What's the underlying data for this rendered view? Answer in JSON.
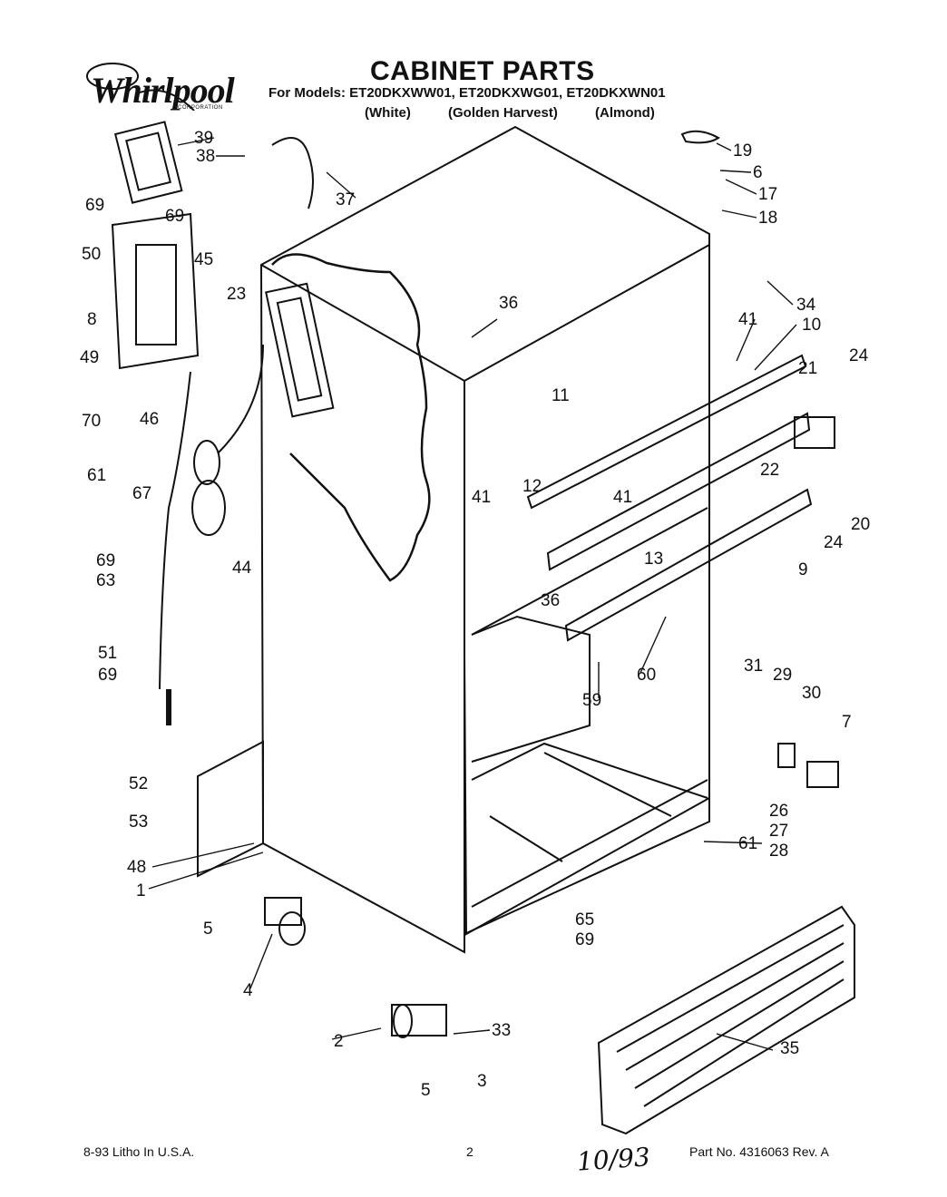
{
  "brand": {
    "logo_text": "Whirlpool",
    "logo_sub": "CORPORATION"
  },
  "header": {
    "title": "CABINET PARTS",
    "models": "For Models: ET20DKXWW01, ET20DKXWG01, ET20DKXWN01",
    "variants": [
      "(White)",
      "(Golden Harvest)",
      "(Almond)"
    ]
  },
  "callouts": [
    "69",
    "39",
    "38",
    "37",
    "19",
    "6",
    "17",
    "18",
    "50",
    "69",
    "8",
    "45",
    "23",
    "36",
    "34",
    "49",
    "41",
    "10",
    "70",
    "46",
    "21",
    "24",
    "11",
    "61",
    "67",
    "12",
    "22",
    "20",
    "24",
    "41",
    "69",
    "63",
    "41",
    "13",
    "9",
    "36",
    "44",
    "51",
    "69",
    "60",
    "59",
    "31",
    "29",
    "30",
    "7",
    "52",
    "53",
    "26",
    "27",
    "28",
    "48",
    "1",
    "61",
    "5",
    "65",
    "69",
    "4",
    "2",
    "33",
    "35",
    "5",
    "3"
  ],
  "footer": {
    "left": "8-93 Litho In U.S.A.",
    "page": "2",
    "handwritten": "10/93",
    "part_no": "Part No. 4316063 Rev. A"
  },
  "colors": {
    "ink": "#111111",
    "paper": "#ffffff"
  }
}
